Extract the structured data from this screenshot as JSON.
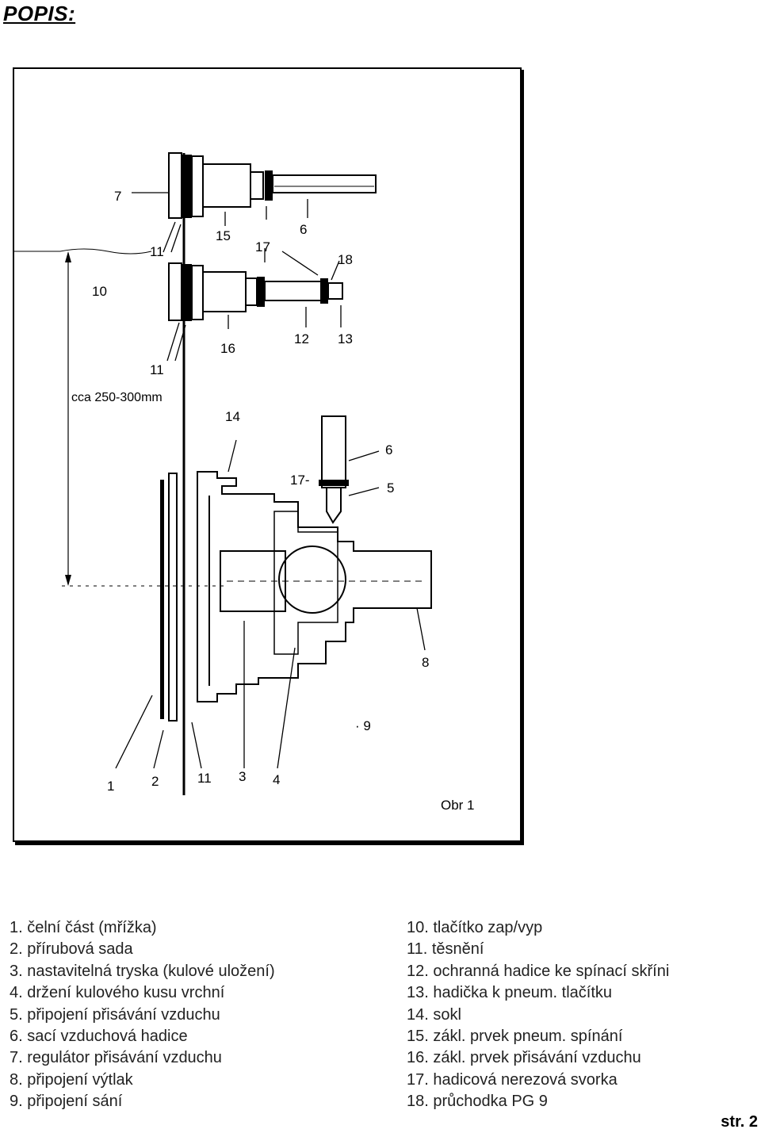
{
  "heading": "POPIS:",
  "figure": {
    "caption": "Obr 1",
    "dimension": "cca 250-300mm",
    "callouts": {
      "c1": "1",
      "c2": "2",
      "c3": "3",
      "c4": "4",
      "c5": "5",
      "c6a": "6",
      "c6b": "6",
      "c7": "7",
      "c8": "8",
      "c9": "· 9",
      "c10": "10",
      "c11a": "11",
      "c11b": "11",
      "c11c": "11",
      "c12": "12",
      "c13": "13",
      "c14": "14",
      "c15": "15",
      "c16": "16",
      "c17a": "17",
      "c17b": "17-",
      "c18": "18"
    }
  },
  "legend_left": [
    "1. čelní část (mřížka)",
    "2. přírubová sada",
    "3. nastavitelná tryska (kulové uložení)",
    "4. držení kulového kusu vrchní",
    "5. připojení přisávání vzduchu",
    "6. sací vzduchová hadice",
    "7. regulátor přisávání vzduchu",
    "8. připojení výtlak",
    "9. připojení sání"
  ],
  "legend_right": [
    "10. tlačítko zap/vyp",
    "11. těsnění",
    "12. ochranná hadice ke spínací skříni",
    "13. hadička k pneum. tlačítku",
    "14. sokl",
    "15. zákl. prvek pneum. spínání",
    "16. zákl. prvek přisávání vzduchu",
    "17. hadicová nerezová svorka",
    "18. průchodka PG 9"
  ],
  "page_number": "str. 2"
}
